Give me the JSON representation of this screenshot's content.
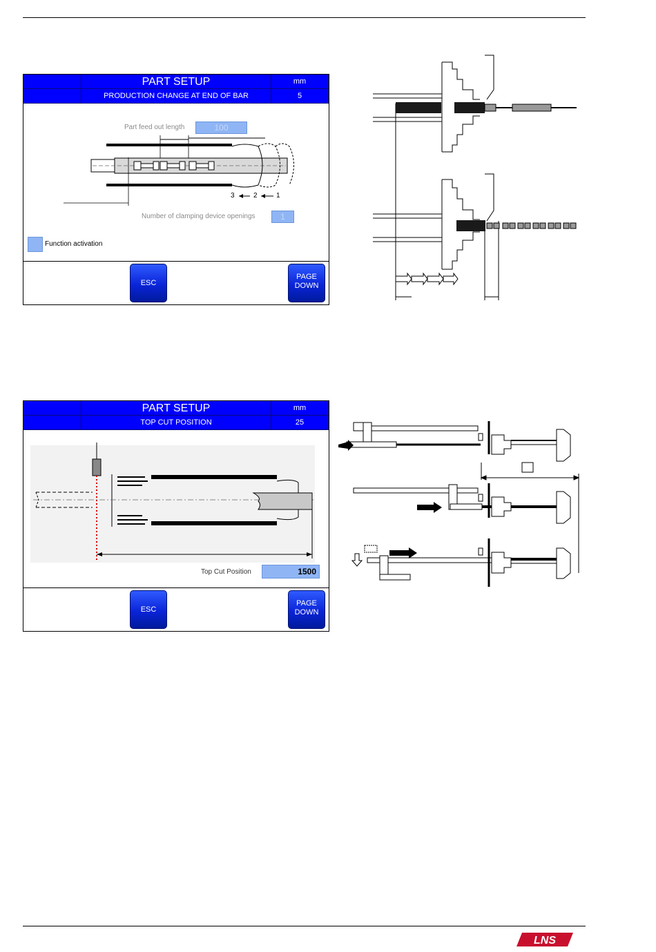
{
  "screen1": {
    "title": "PART SETUP",
    "subtitle": "PRODUCTION CHANGE AT END OF BAR",
    "unit": "mm",
    "page_number": "5",
    "feed_label": "Part feed out length",
    "feed_value": "100",
    "clamp_label": "Number of clamping device openings",
    "clamp_value": "1",
    "sequence": [
      "3",
      "2",
      "1"
    ],
    "function_label": "Function activation",
    "esc_label": "ESC",
    "page_down_line1": "PAGE",
    "page_down_line2": "DOWN"
  },
  "screen2": {
    "title": "PART SETUP",
    "subtitle": "TOP CUT POSITION",
    "unit": "mm",
    "page_number": "25",
    "topcut_label": "Top Cut Position",
    "topcut_value": "1500",
    "esc_label": "ESC",
    "page_down_line1": "PAGE",
    "page_down_line2": "DOWN"
  },
  "footer": {
    "logo_text": "LNS"
  },
  "colors": {
    "header_blue": "#0000ff",
    "field_blue": "#8fb5f5",
    "logo_red": "#c8102e"
  }
}
